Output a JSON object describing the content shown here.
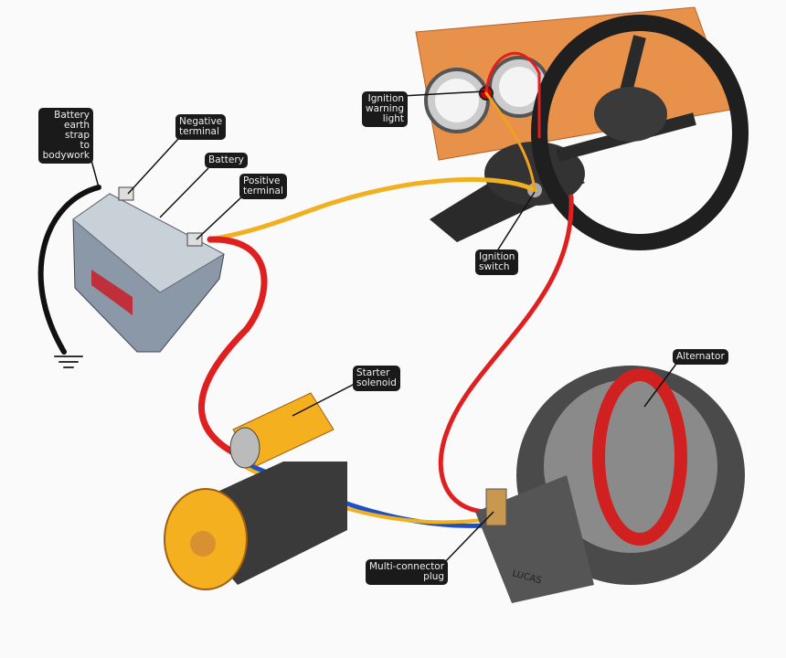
{
  "labels": {
    "earth_strap": "Battery\nearth strap\nto\nbodywork",
    "negative_terminal": "Negative\nterminal",
    "battery": "Battery",
    "positive_terminal": "Positive\nterminal",
    "ignition_warning_light": "Ignition\nwarning\nlight",
    "ignition_switch": "Ignition\nswitch",
    "starter_solenoid": "Starter\nsolenoid",
    "alternator": "Alternator",
    "multi_connector_plug": "Multi-connector\nplug"
  },
  "alternator_brand": "LUCAS",
  "colors": {
    "label_bg": "#1a1a1a",
    "wire_red": "#e02020",
    "wire_yellow": "#f0b020",
    "wire_blue": "#2050c0",
    "dashboard": "#e8914a",
    "starter": "#f5b020"
  }
}
